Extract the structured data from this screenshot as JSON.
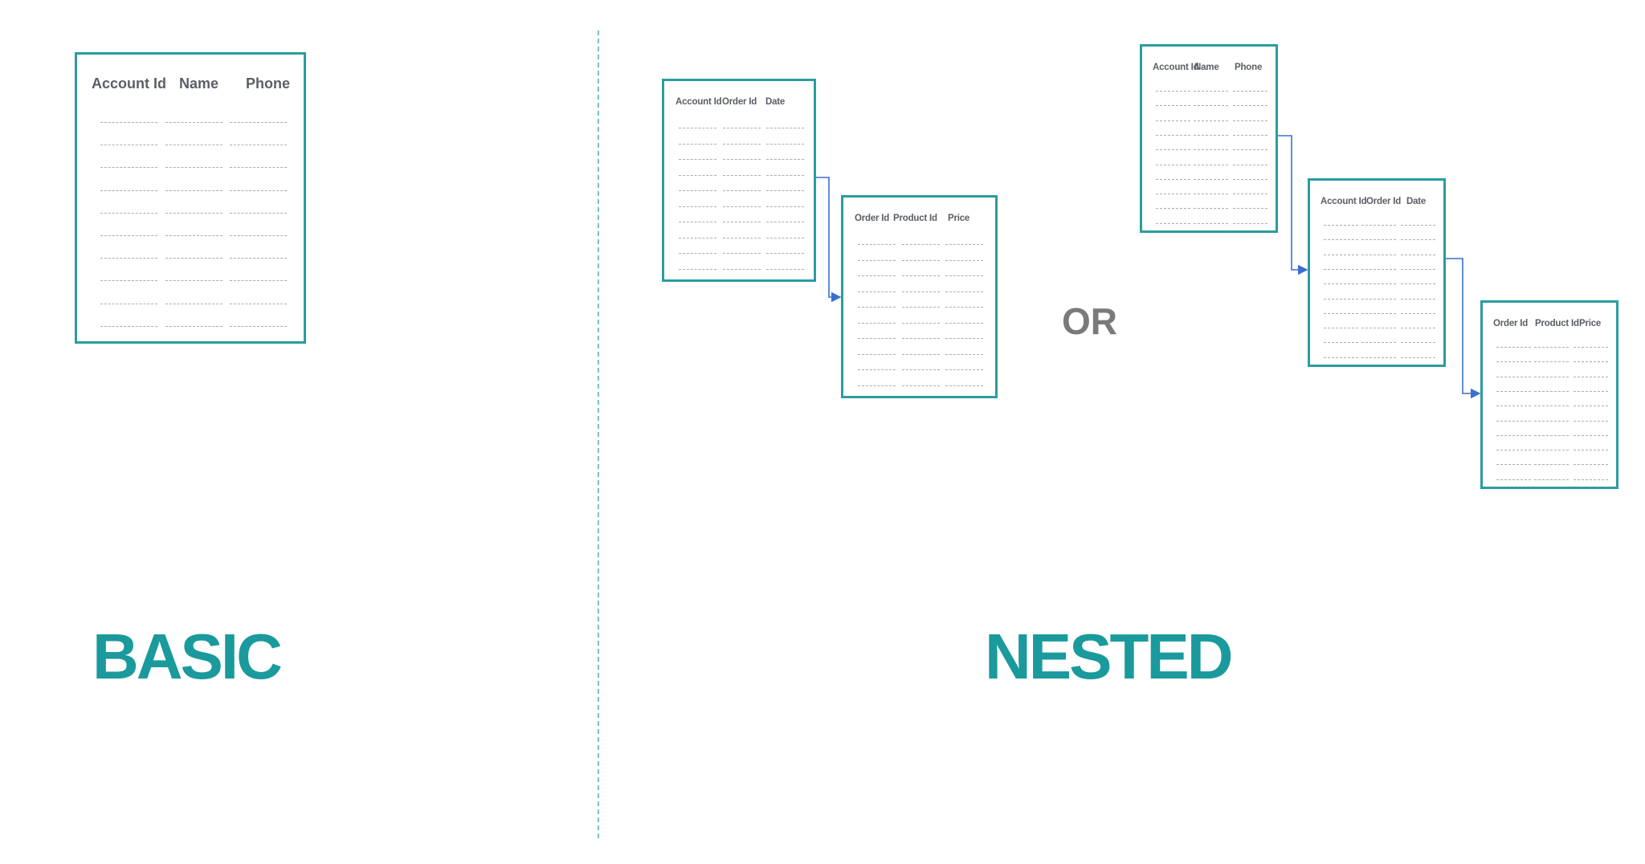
{
  "colors": {
    "accent": "#1a9a9c",
    "border": "#2a9d9f",
    "connector": "#3a6fd0",
    "text": "#5a5e66"
  },
  "basic": {
    "label": "BASIC",
    "table": {
      "headers": [
        "Account Id",
        "Name",
        "Phone"
      ]
    }
  },
  "nested": {
    "label": "NESTED",
    "or_label": "OR",
    "option1": [
      {
        "headers": [
          "Account  Id",
          "Order Id",
          "Date"
        ]
      },
      {
        "headers": [
          "Order Id",
          "Product  Id",
          "Price"
        ]
      }
    ],
    "option2": [
      {
        "headers": [
          "Account  Id",
          "Name",
          "Phone"
        ]
      },
      {
        "headers": [
          "Account  Id",
          "Order Id",
          "Date"
        ]
      },
      {
        "headers": [
          "Order Id",
          "Product Id",
          "Price"
        ]
      }
    ]
  }
}
